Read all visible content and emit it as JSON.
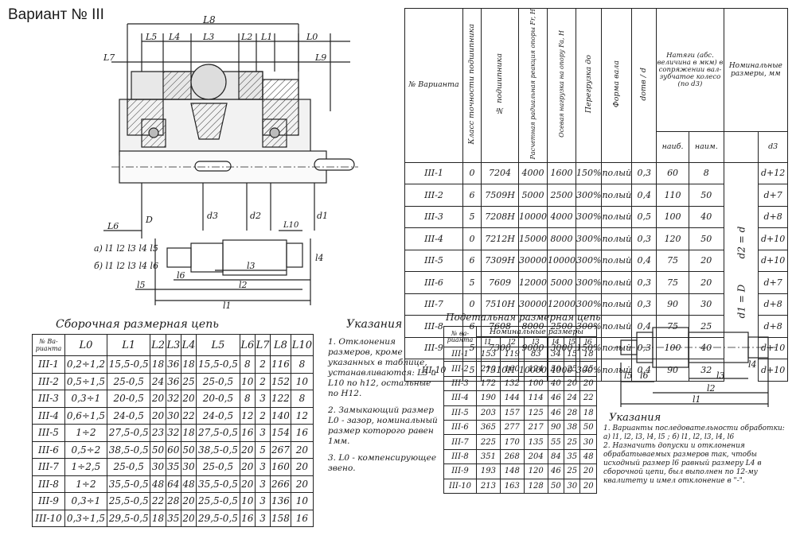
{
  "title": "Вариант № III",
  "drawing": {
    "dims_top": [
      "L8",
      "L5",
      "L4",
      "L3",
      "L2",
      "L1",
      "L0",
      "L7",
      "L9"
    ],
    "dims_bottom": [
      "L6",
      "D",
      "d3",
      "d2",
      "L10",
      "d1"
    ],
    "shaft_labels": [
      "a) l1 l2 l3 l4 l5",
      "б) l1 l2 l3 l4 l6"
    ],
    "shaft_dims": [
      "l5",
      "l6",
      "l3",
      "l2",
      "l1",
      "l4"
    ]
  },
  "main_table": {
    "headers": {
      "variant": "№ Варианта",
      "accuracy": "Класс точности подшипника",
      "bearing": "№ подшипника",
      "radial_load": "Расчетная радиальная реакция опоры Fr, H",
      "axial_load": "Осевая нагрузка на опору Fa, H",
      "overload": "Перегрузка до",
      "shaft_form": "Форма вала",
      "ratio": "dотв / d",
      "interference": "Натяги (абс. величина в мкм) в сопряжении вал-зубчатое колесо (по d3)",
      "max": "наиб.",
      "min": "наим.",
      "nominal": "Номинальные размеры, мм",
      "d3": "d3",
      "merged_d2": "d2 = d",
      "merged_d1": "d1 = D"
    },
    "rows": [
      [
        "III-1",
        "0",
        "7204",
        "4000",
        "1600",
        "150%",
        "полый",
        "0,3",
        "60",
        "8",
        "d+12"
      ],
      [
        "III-2",
        "6",
        "7509H",
        "5000",
        "2500",
        "300%",
        "полый",
        "0,4",
        "110",
        "50",
        "d+7"
      ],
      [
        "III-3",
        "5",
        "7208H",
        "10000",
        "4000",
        "300%",
        "полый",
        "0,5",
        "100",
        "40",
        "d+8"
      ],
      [
        "III-4",
        "0",
        "7212H",
        "15000",
        "8000",
        "300%",
        "полый",
        "0,3",
        "120",
        "50",
        "d+10"
      ],
      [
        "III-5",
        "6",
        "7309H",
        "30000",
        "10000",
        "300%",
        "полый",
        "0,4",
        "75",
        "20",
        "d+10"
      ],
      [
        "III-6",
        "5",
        "7609",
        "12000",
        "5000",
        "300%",
        "полый",
        "0,3",
        "75",
        "20",
        "d+7"
      ],
      [
        "III-7",
        "0",
        "7510H",
        "30000",
        "12000",
        "300%",
        "полый",
        "0,3",
        "90",
        "30",
        "d+8"
      ],
      [
        "III-8",
        "6",
        "7608",
        "8000",
        "2500",
        "300%",
        "полый",
        "0,4",
        "75",
        "25",
        "d+8"
      ],
      [
        "III-9",
        "5",
        "7308",
        "9000",
        "3000",
        "150%",
        "полый",
        "0,3",
        "100",
        "40",
        "d+10"
      ],
      [
        "III-10",
        "5",
        "7310H",
        "10000",
        "4000",
        "300%",
        "полый",
        "0,4",
        "90",
        "32",
        "d+10"
      ]
    ]
  },
  "assembly": {
    "title": "Сборочная размерная цепь",
    "headers": [
      "№ Ва-рианта",
      "L0",
      "L1",
      "L2",
      "L3",
      "L4",
      "L5",
      "L6",
      "L7",
      "L8",
      "L10"
    ],
    "rows": [
      [
        "III-1",
        "0,2÷1,2",
        "15,5-0,5",
        "18",
        "36",
        "18",
        "15,5-0,5",
        "8",
        "2",
        "116",
        "8"
      ],
      [
        "III-2",
        "0,5÷1,5",
        "25-0,5",
        "24",
        "36",
        "25",
        "25-0,5",
        "10",
        "2",
        "152",
        "10"
      ],
      [
        "III-3",
        "0,3÷1",
        "20-0,5",
        "20",
        "32",
        "20",
        "20-0,5",
        "8",
        "3",
        "122",
        "8"
      ],
      [
        "III-4",
        "0,6÷1,5",
        "24-0,5",
        "20",
        "30",
        "22",
        "24-0,5",
        "12",
        "2",
        "140",
        "12"
      ],
      [
        "III-5",
        "1÷2",
        "27,5-0,5",
        "23",
        "32",
        "18",
        "27,5-0,5",
        "16",
        "3",
        "154",
        "16"
      ],
      [
        "III-6",
        "0,5÷2",
        "38,5-0,5",
        "50",
        "60",
        "50",
        "38,5-0,5",
        "20",
        "5",
        "267",
        "20"
      ],
      [
        "III-7",
        "1÷2,5",
        "25-0,5",
        "30",
        "35",
        "30",
        "25-0,5",
        "20",
        "3",
        "160",
        "20"
      ],
      [
        "III-8",
        "1÷2",
        "35,5-0,5",
        "48",
        "64",
        "48",
        "35,5-0,5",
        "20",
        "3",
        "266",
        "20"
      ],
      [
        "III-9",
        "0,3÷1",
        "25,5-0,5",
        "22",
        "28",
        "20",
        "25,5-0,5",
        "10",
        "3",
        "136",
        "10"
      ],
      [
        "III-10",
        "0,3÷1,5",
        "29,5-0,5",
        "18",
        "35",
        "20",
        "29,5-0,5",
        "16",
        "3",
        "158",
        "16"
      ]
    ]
  },
  "notes_mid": {
    "title": "Указания",
    "items": [
      "1. Отклонения размеров, кроме указанных в таблице, устанавливаются: L5 и L10 по h12, остальные по H12.",
      "2. Замыкающий размер L0 - зазор, номинальный размер которого равен 1мм.",
      "3. L0 - компенсирующее звено."
    ]
  },
  "detail": {
    "title": "Подетальная размерная цепь",
    "group_header": "Номинальные размеры",
    "headers": [
      "№ ва-рианта",
      "l1",
      "l2",
      "l3",
      "l4",
      "l5",
      "l6"
    ],
    "rows": [
      [
        "III-1",
        "153",
        "119",
        "83",
        "34",
        "15",
        "18"
      ],
      [
        "III-2",
        "210",
        "160",
        "124",
        "50",
        "25",
        "25"
      ],
      [
        "III-3",
        "172",
        "132",
        "100",
        "40",
        "20",
        "20"
      ],
      [
        "III-4",
        "190",
        "144",
        "114",
        "46",
        "24",
        "22"
      ],
      [
        "III-5",
        "203",
        "157",
        "125",
        "46",
        "28",
        "18"
      ],
      [
        "III-6",
        "365",
        "277",
        "217",
        "90",
        "38",
        "50"
      ],
      [
        "III-7",
        "225",
        "170",
        "135",
        "55",
        "25",
        "30"
      ],
      [
        "III-8",
        "351",
        "268",
        "204",
        "84",
        "35",
        "48"
      ],
      [
        "III-9",
        "193",
        "148",
        "120",
        "46",
        "25",
        "20"
      ],
      [
        "III-10",
        "213",
        "163",
        "128",
        "50",
        "30",
        "20"
      ]
    ],
    "shaft_dims": [
      "l5",
      "l6",
      "l3",
      "l4",
      "l2",
      "l1"
    ]
  },
  "notes_right": {
    "title": "Указания",
    "items": [
      "1. Варианты последовательности обработки: а) l1, l2, l3, l4, l5 ; б) l1, l2, l3, l4, l6",
      "2. Назначить допуски и отклонения обрабатываемых размеров так, чтобы исходный размер l6 равный размеру L4 в сборочной цепи, был выполнен по 12-му квалитету и имел отклонение в \"-\"."
    ]
  }
}
